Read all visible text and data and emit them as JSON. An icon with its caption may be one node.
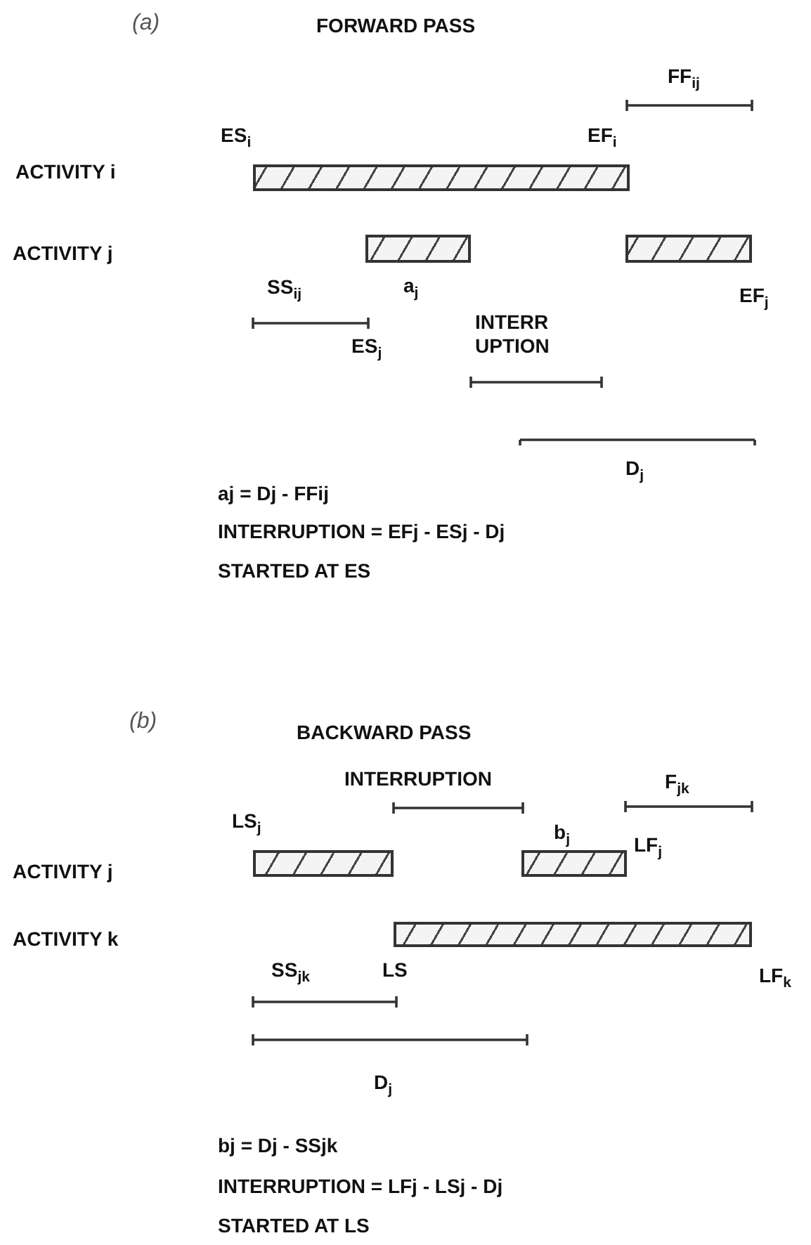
{
  "diagram": {
    "nodes": [
      {
        "text": [],
        "shape": "bar"
      },
      {
        "text": [],
        "shape": "bar"
      },
      {
        "text": [],
        "shape": "bar"
      },
      {
        "text": [],
        "shape": "bar"
      },
      {
        "text": [],
        "shape": "bar"
      },
      {
        "text": [],
        "shape": "bar"
      }
    ],
    "labels": [
      "(a)",
      "FORWARD PASS",
      "FF$_{ij}$",
      "ES$_{i}$",
      "EF$_{i}$",
      "ACTIVITY i",
      "ACTIVITY j",
      "SS$_{ij}$",
      "a$_{j}$",
      "EF$_{j}$",
      "ES$_{j}$",
      "INTERR UPTION",
      "D$_{j}$",
      "aj = Dj - FFij",
      "INTERRUPTION = EFj - ESj - Dj",
      "STARTED AT ES",
      "(b)",
      "BACKWARD PASS",
      "INTERRUPTION",
      "F$_{jk}$",
      "LS$_{j}$",
      "b$_{j}$",
      "LF$_{j}$",
      "ACTIVITY j",
      "ACTIVITY k",
      "SS$_{jk}$",
      "LS",
      "LF$_{k}$",
      "D$_{j}$",
      "bj = Dj - SSjk",
      "INTERRUPTION = LFj - LSj - Dj",
      "STARTED AT LS"
    ]
  }
}
